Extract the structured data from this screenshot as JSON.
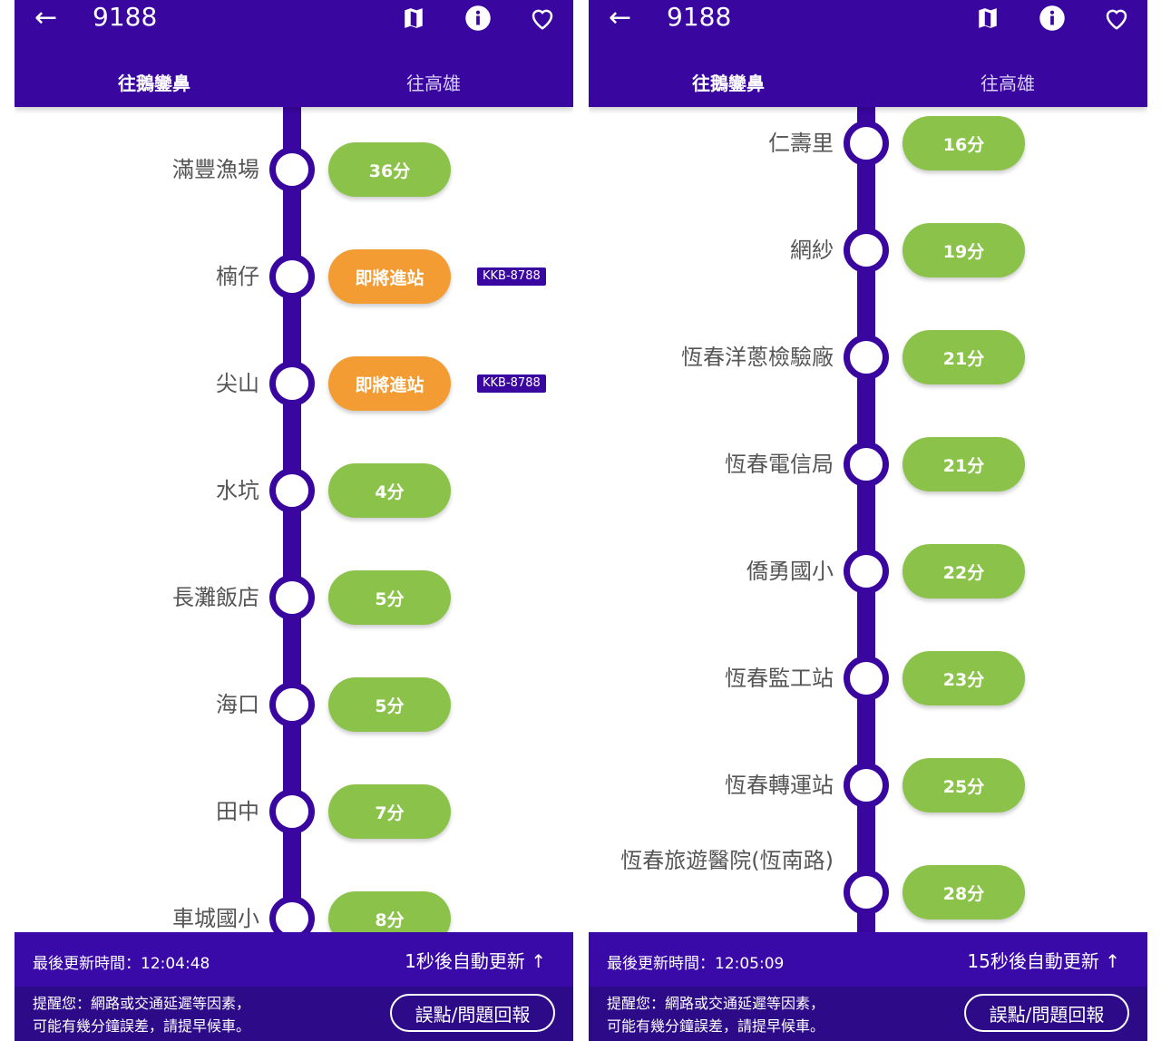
{
  "colors": {
    "primary": "#3a06a0",
    "eta": "#8bc34a",
    "arriving": "#f39c33"
  },
  "panels": [
    {
      "header": {
        "title": "9188",
        "back_icon": "arrow-left-icon",
        "icons": [
          "map-icon",
          "info-icon",
          "heart-icon"
        ]
      },
      "tabs": [
        {
          "label": "往鵝鑾鼻",
          "active": true
        },
        {
          "label": "往高雄",
          "active": false
        }
      ],
      "stations": [
        {
          "name": "滿豐漁場",
          "eta": "36分"
        },
        {
          "name": "楠仔",
          "eta": "即將進站",
          "status": "arriving",
          "plate": "KKB-8788"
        },
        {
          "name": "尖山",
          "eta": "即將進站",
          "status": "arriving",
          "plate": "KKB-8788"
        },
        {
          "name": "水坑",
          "eta": "4分"
        },
        {
          "name": "長灘飯店",
          "eta": "5分"
        },
        {
          "name": "海口",
          "eta": "5分"
        },
        {
          "name": "田中",
          "eta": "7分"
        },
        {
          "name": "車城國小",
          "eta": "8分"
        }
      ],
      "footer": {
        "last_update": "最後更新時間：12:04:48",
        "auto_refresh": "1秒後自動更新 ↑",
        "notice_line1": "提醒您：網路或交通延遲等因素，",
        "notice_line2": "可能有幾分鐘誤差，請提早候車。",
        "report_button": "誤點/問題回報"
      }
    },
    {
      "header": {
        "title": "9188",
        "back_icon": "arrow-left-icon",
        "icons": [
          "map-icon",
          "info-icon",
          "heart-icon"
        ]
      },
      "tabs": [
        {
          "label": "往鵝鑾鼻",
          "active": true
        },
        {
          "label": "往高雄",
          "active": false
        }
      ],
      "stations": [
        {
          "name": "仁壽里",
          "eta": "16分"
        },
        {
          "name": "網紗",
          "eta": "19分"
        },
        {
          "name": "恆春洋蔥檢驗廠",
          "eta": "21分"
        },
        {
          "name": "恆春電信局",
          "eta": "21分"
        },
        {
          "name": "僑勇國小",
          "eta": "22分"
        },
        {
          "name": "恆春監工站",
          "eta": "23分"
        },
        {
          "name": "恆春轉運站",
          "eta": "25分"
        },
        {
          "name": "恆春旅遊醫院(恆南路)",
          "eta": "28分"
        }
      ],
      "footer": {
        "last_update": "最後更新時間：12:05:09",
        "auto_refresh": "15秒後自動更新 ↑",
        "notice_line1": "提醒您：網路或交通延遲等因素，",
        "notice_line2": "可能有幾分鐘誤差，請提早候車。",
        "report_button": "誤點/問題回報"
      }
    }
  ]
}
